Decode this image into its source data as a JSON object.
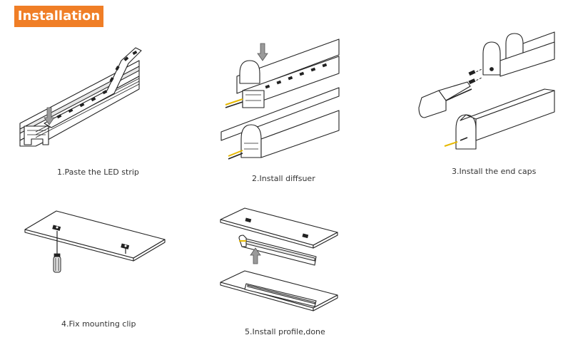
{
  "header": {
    "title": "Installation",
    "color": "#f07e26"
  },
  "steps": [
    {
      "caption": "1.Paste the LED strip"
    },
    {
      "caption": "2.Install diffsuer"
    },
    {
      "caption": "3.Install the end caps"
    },
    {
      "caption": "4.Fix mounting clip"
    },
    {
      "caption": "5.Install profile,done"
    }
  ]
}
